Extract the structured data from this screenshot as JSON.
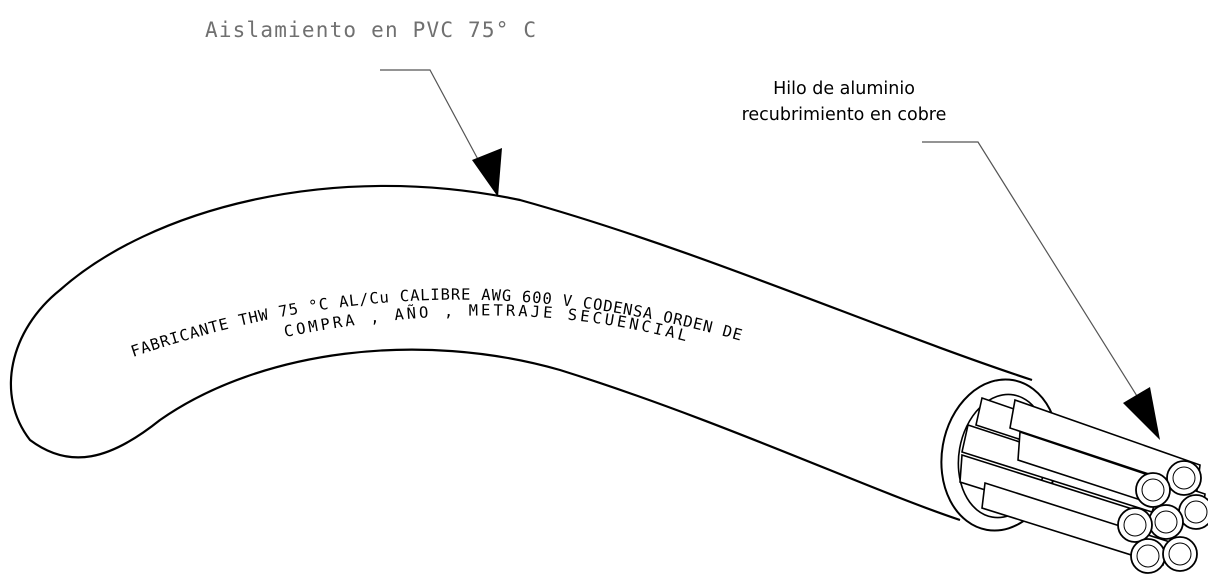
{
  "labels": {
    "insulation": "Aislamiento en PVC 75° C",
    "conductor_line1": "Hilo de aluminio",
    "conductor_line2": "recubrimiento en cobre"
  },
  "cable_print": {
    "line1": "FABRICANTE THW 75 °C AL/Cu CALIBRE AWG 600 V CODENSA  ORDEN DE",
    "line2": "COMPRA , AÑO  , METRAJE SECUENCIAL"
  },
  "colors": {
    "stroke": "#000000",
    "background": "#ffffff",
    "insulation_label": "#707070"
  }
}
